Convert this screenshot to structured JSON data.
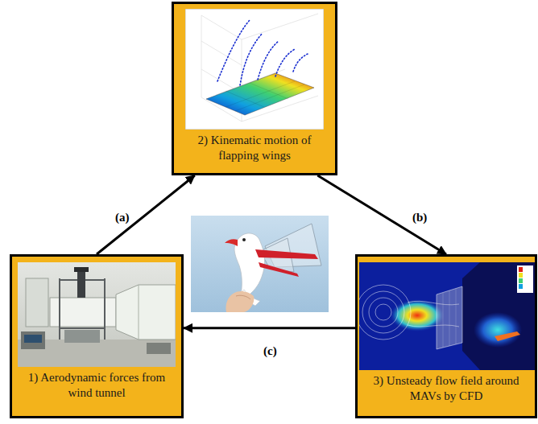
{
  "diagram": {
    "nodes": [
      {
        "text": [
          "1) Aerodynamic forces from wind tunnel"
        ]
      },
      {
        "text": [
          "2) Kinematic motion of flapping wings"
        ]
      },
      {
        "text": [
          "3) Unsteady flow field around MAVs by CFD"
        ]
      }
    ],
    "edges": [
      {
        "from": 0,
        "to": 1,
        "arrow": "to",
        "label": "(a)"
      },
      {
        "from": 1,
        "to": 2,
        "arrow": "to",
        "label": "(b)"
      },
      {
        "from": 2,
        "to": 0,
        "arrow": "to",
        "label": "(c)"
      }
    ]
  }
}
